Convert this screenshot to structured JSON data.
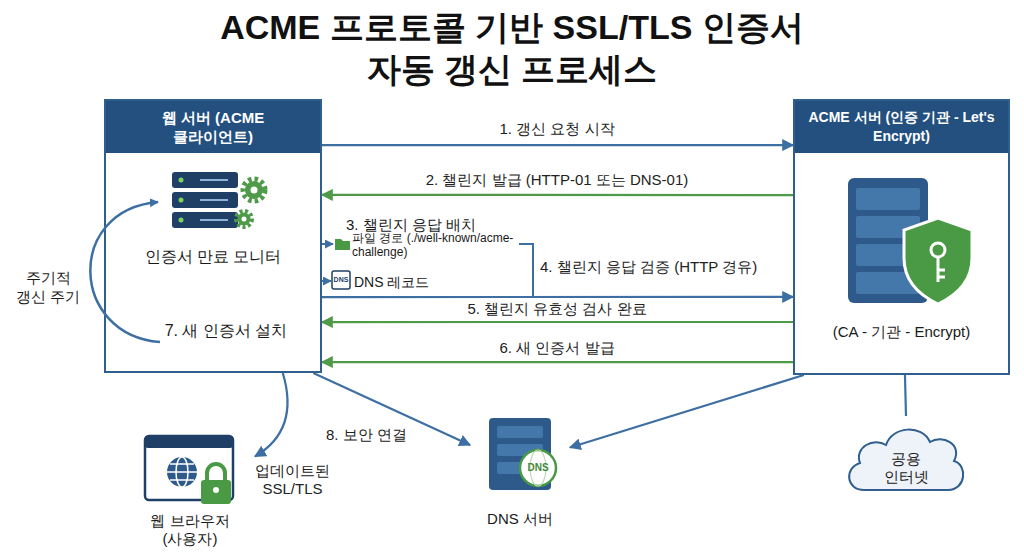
{
  "diagram": {
    "title": "ACME 프로토콜 기반 SSL/TLS 인증서 자동 갱신 프로세스",
    "nodes": [
      {
        "text": [
          "웹 서버 (ACME 클라이언트)",
          "인증서 만료 모니터",
          "7. 새 인증서 설치"
        ]
      },
      {
        "text": [
          "ACME 서버 (인증 기관 - Let's Encrypt)",
          "(CA - 기관 - Encrypt)"
        ]
      },
      {
        "text": [
          "웹 브라우저 (사용자)"
        ]
      },
      {
        "text": [
          "DNS 서버"
        ]
      },
      {
        "text": [
          "공용 인터넷"
        ]
      }
    ],
    "edges": [
      {
        "from": 0,
        "to": 1,
        "arrow": "to",
        "label": "1. 갱신 요청 시작"
      },
      {
        "from": 1,
        "to": 0,
        "arrow": "to",
        "label": "2. 챌린지 발급 (HTTP-01 또는 DNS-01)"
      },
      {
        "from": 0,
        "to": 1,
        "arrow": "to",
        "label": "4. 챌린지 응답 검증 (HTTP 경유)"
      },
      {
        "from": 1,
        "to": 0,
        "arrow": "to",
        "label": "5. 챌린지 유효성 검사 완료"
      },
      {
        "from": 1,
        "to": 0,
        "arrow": "to",
        "label": "6. 새 인증서 발급"
      },
      {
        "from": 0,
        "to": 2,
        "arrow": "to",
        "label": "업데이트된 SSL/TLS"
      },
      {
        "from": 0,
        "to": 3,
        "arrow": "to",
        "label": "8. 보안 연결"
      },
      {
        "from": 1,
        "to": 3,
        "arrow": "to"
      },
      {
        "from": 1,
        "to": 4,
        "arrow": "none"
      }
    ],
    "labels": [
      "3. 챌린지 응답 배치",
      "파일 경로 (./well-known/acme-challenge)",
      "DNS",
      "DNS 레코드",
      "주기적 갱신 주기",
      "DNS"
    ]
  }
}
